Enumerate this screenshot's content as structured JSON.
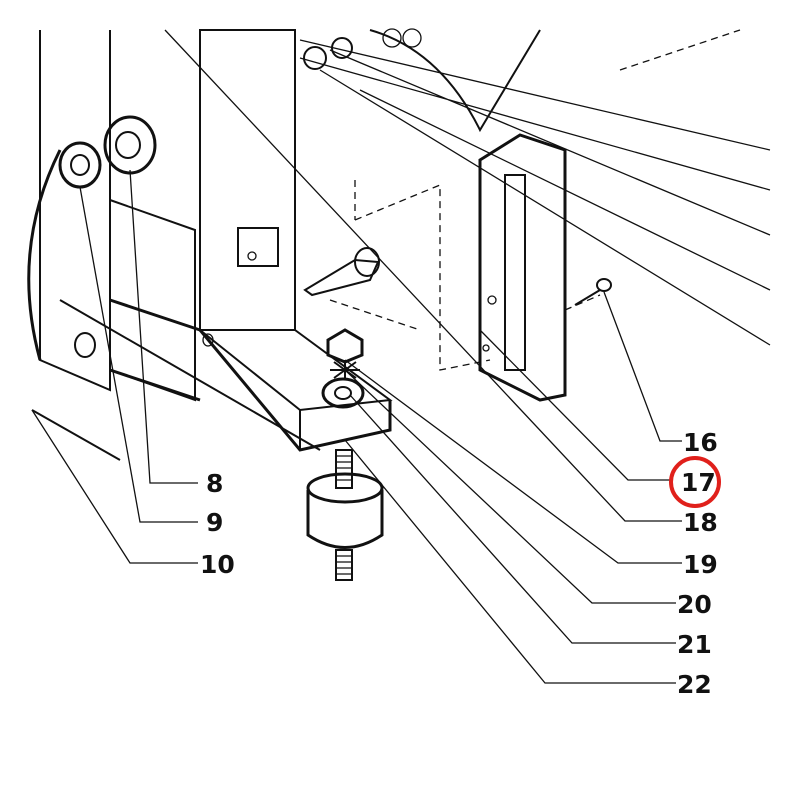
{
  "diagram": {
    "callouts": [
      {
        "id": "8",
        "label": "8"
      },
      {
        "id": "9",
        "label": "9"
      },
      {
        "id": "10",
        "label": "10"
      },
      {
        "id": "16",
        "label": "16"
      },
      {
        "id": "17",
        "label": "17",
        "highlighted": true
      },
      {
        "id": "18",
        "label": "18"
      },
      {
        "id": "19",
        "label": "19"
      },
      {
        "id": "20",
        "label": "20"
      },
      {
        "id": "21",
        "label": "21"
      },
      {
        "id": "22",
        "label": "22"
      }
    ],
    "colors": {
      "ink": "#111111",
      "highlight_ring": "#e0201b",
      "background": "#ffffff"
    }
  }
}
